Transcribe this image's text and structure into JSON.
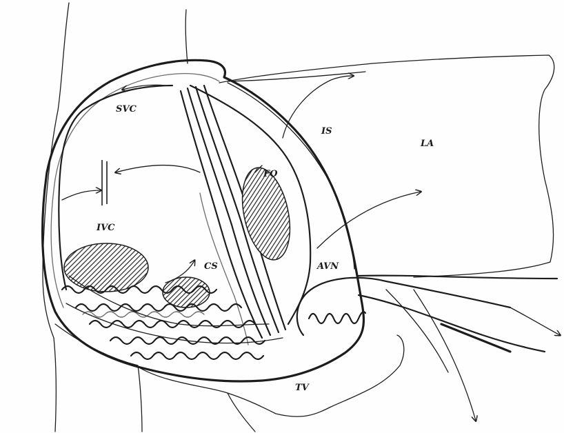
{
  "labels": {
    "svc": "SVC",
    "is": "IS",
    "la": "LA",
    "fo": "FO",
    "ivc": "IVC",
    "cs": "CS",
    "avn": "AVN",
    "tv": "TV"
  },
  "colors": {
    "ink": "#1c1c1c",
    "background": "#fefefe",
    "hatch": "#222222"
  },
  "icons": [
    "arrow-head-icon",
    "block-bar-icon"
  ]
}
